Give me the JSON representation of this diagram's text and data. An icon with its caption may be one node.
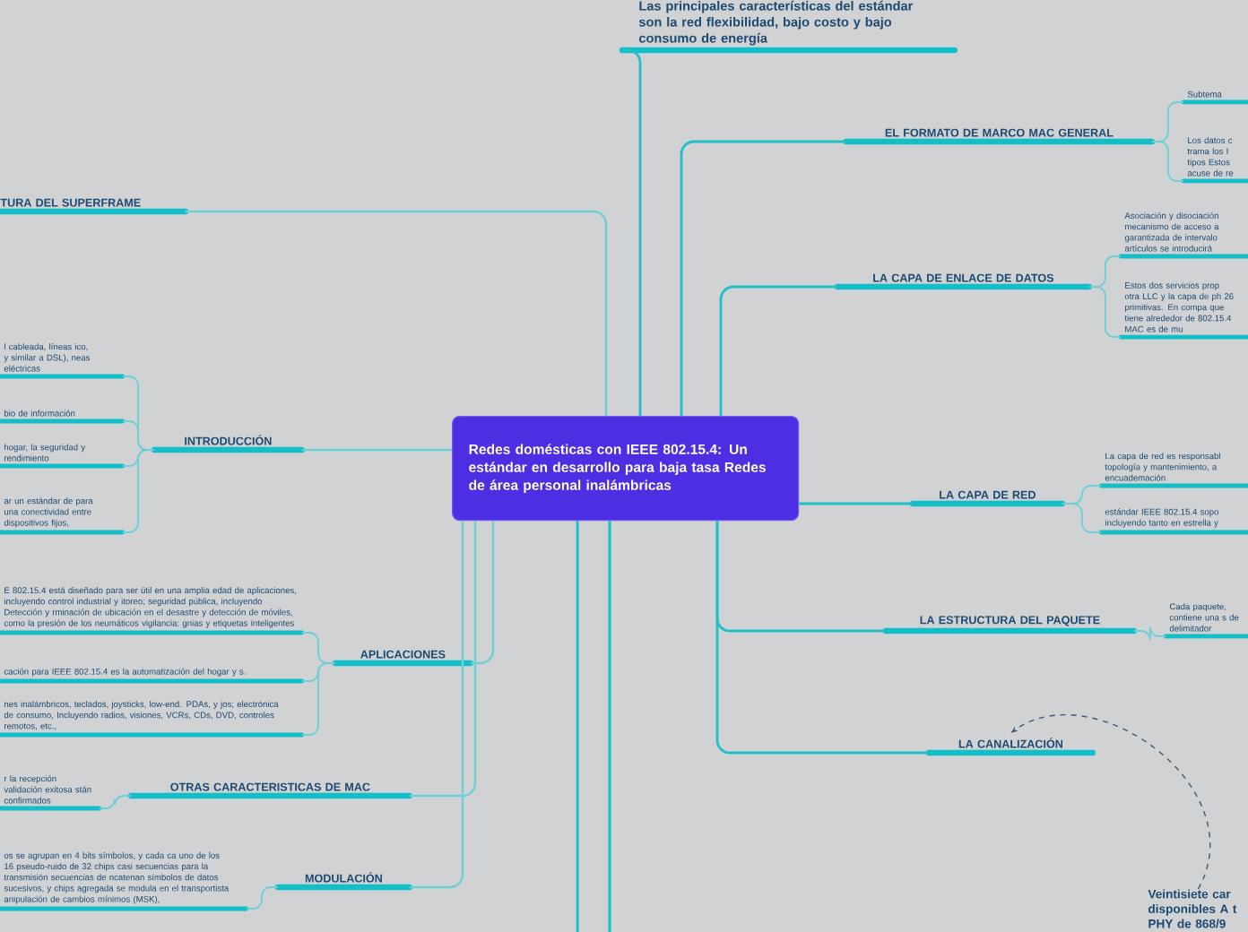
{
  "diagram": {
    "nodes": [
      {
        "text": [
          "Redes domésticas con IEEE 802.15.4: Un estándar en desarrollo para baja tasa Redes de área personal inalámbricas"
        ]
      },
      {
        "text": [
          "Las principales características del estándar son la red flexibilidad, bajo costo y bajo consumo de energía"
        ]
      },
      {
        "text": [
          "EL FORMATO DE MARCO MAC GENERAL"
        ]
      },
      {
        "text": [
          "Subtema"
        ]
      },
      {
        "text": [
          "Los datos c trama los I tipos Estos acuse de re"
        ]
      },
      {
        "text": [
          "TURA DEL SUPERFRAME"
        ]
      },
      {
        "text": [
          "LA CAPA DE ENLACE DE DATOS"
        ]
      },
      {
        "text": [
          "Asociación y disociación mecanismo de acceso a garantizada de intervalo artículos se introducirá"
        ]
      },
      {
        "text": [
          "Estos dos servicios prop otra LLC y la capa de ph 26 primitivas. En compa que tiene alrededor de 802.15.4 MAC es de mu"
        ]
      },
      {
        "text": [
          "INTRODUCCIÓN"
        ]
      },
      {
        "text": [
          "l cableada, líneas ico, y similar a DSL), neas eléctricas"
        ]
      },
      {
        "text": [
          "bio de información"
        ]
      },
      {
        "text": [
          "hogar, la seguridad y rendimiento"
        ]
      },
      {
        "text": [
          "ar un estándar de para una conectividad entre dispositivos fijos,"
        ]
      },
      {
        "text": [
          "LA CAPA DE RED"
        ]
      },
      {
        "text": [
          "La capa de red es responsabl topología y mantenimiento, a encuademación"
        ]
      },
      {
        "text": [
          "estándar IEEE 802.15.4 sopo incluyendo tanto en estrella y"
        ]
      },
      {
        "text": [
          "APLICACIONES"
        ]
      },
      {
        "text": [
          "E 802.15.4 está diseñado para ser útil en una amplia edad de aplicaciones, incluyendo control industrial y itoreo; seguridad pública, incluyendo Detección y rminación de ubicación en el desastre y detección de móviles, como la presión de los neumáticos vigilancia; gnias y etiquetas inteligentes"
        ]
      },
      {
        "text": [
          "cación para IEEE 802.15.4 es la automatización del hogar y s."
        ]
      },
      {
        "text": [
          "nes inalámbricos, teclados, joysticks, low-end. PDAs, y jos; electrónica de consumo, Incluyendo radios, visiones, VCRs, CDs, DVD, controles remotos, etc.,"
        ]
      },
      {
        "text": [
          "LA ESTRUCTURA DEL PAQUETE"
        ]
      },
      {
        "text": [
          "Cada paquete, contiene una s de delimitador"
        ]
      },
      {
        "text": [
          "OTRAS CARACTERISTICAS DE MAC"
        ]
      },
      {
        "text": [
          "r la recepción validación exitosa stán confirmados"
        ]
      },
      {
        "text": [
          "LA CANALIZACIÓN"
        ]
      },
      {
        "text": [
          "MODULACIÓN"
        ]
      },
      {
        "text": [
          "os se agrupan en 4 bits símbolos, y cada ca uno de los 16 pseudo-ruido de 32 chips casi secuencias para la transmisión secuencias de ncatenan símbolos de datos sucesivos, y chips agregada se modula en el transportista anipulación de cambios mínimos (MSK),"
        ]
      },
      {
        "text": [
          "Veintisiete car disponibles A t PHY de 868/9"
        ]
      }
    ],
    "edges": [
      {
        "from": 0,
        "to": 1,
        "arrow": "none"
      },
      {
        "from": 0,
        "to": 2,
        "arrow": "none"
      },
      {
        "from": 0,
        "to": 5,
        "arrow": "none"
      },
      {
        "from": 0,
        "to": 6,
        "arrow": "none"
      },
      {
        "from": 0,
        "to": 9,
        "arrow": "none"
      },
      {
        "from": 0,
        "to": 14,
        "arrow": "none"
      },
      {
        "from": 0,
        "to": 17,
        "arrow": "none"
      },
      {
        "from": 0,
        "to": 21,
        "arrow": "none"
      },
      {
        "from": 0,
        "to": 23,
        "arrow": "none"
      },
      {
        "from": 0,
        "to": 25,
        "arrow": "none"
      },
      {
        "from": 0,
        "to": 26,
        "arrow": "none"
      },
      {
        "from": 0,
        "to": null,
        "arrow": "none"
      },
      {
        "from": 0,
        "to": null,
        "arrow": "none"
      },
      {
        "from": 2,
        "to": 3,
        "arrow": "none"
      },
      {
        "from": 2,
        "to": 4,
        "arrow": "none"
      },
      {
        "from": 6,
        "to": 7,
        "arrow": "none"
      },
      {
        "from": 6,
        "to": 8,
        "arrow": "none"
      },
      {
        "from": 9,
        "to": 10,
        "arrow": "none"
      },
      {
        "from": 9,
        "to": 11,
        "arrow": "none"
      },
      {
        "from": 9,
        "to": 12,
        "arrow": "none"
      },
      {
        "from": 9,
        "to": 13,
        "arrow": "none"
      },
      {
        "from": 14,
        "to": 15,
        "arrow": "none"
      },
      {
        "from": 14,
        "to": 16,
        "arrow": "none"
      },
      {
        "from": 17,
        "to": 18,
        "arrow": "none"
      },
      {
        "from": 17,
        "to": 19,
        "arrow": "none"
      },
      {
        "from": 17,
        "to": 20,
        "arrow": "none"
      },
      {
        "from": 21,
        "to": 22,
        "arrow": "none"
      },
      {
        "from": 23,
        "to": 24,
        "arrow": "none"
      },
      {
        "from": 26,
        "to": 27,
        "arrow": "none"
      },
      {
        "from": 28,
        "to": 25,
        "arrow": "to",
        "style": "dashed",
        "color": "#3d5a78"
      }
    ]
  }
}
